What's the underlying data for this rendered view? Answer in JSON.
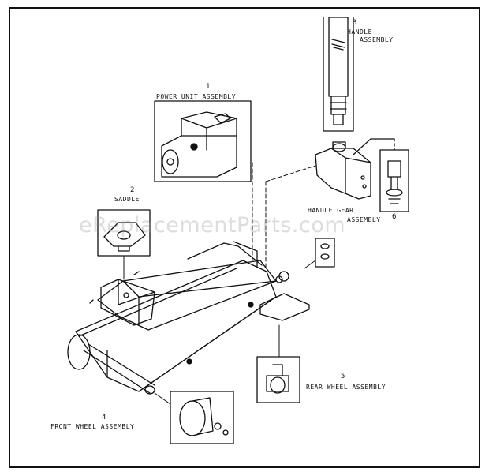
{
  "watermark": "eReplacementParts.com",
  "parts": [
    {
      "id": "power-unit",
      "number": "1",
      "label": "POWER UNIT ASSEMBLY"
    },
    {
      "id": "saddle",
      "number": "2",
      "label": "SADDLE"
    },
    {
      "id": "handle",
      "number": "3",
      "label_lines": [
        "HANDLE",
        "ASSEMBLY"
      ]
    },
    {
      "id": "front-wheel",
      "number": "4",
      "label": "FRONT WHEEL ASSEMBLY"
    },
    {
      "id": "rear-wheel",
      "number": "5",
      "label": "REAR WHEEL ASSEMBLY"
    },
    {
      "id": "handle-gear",
      "label_lines": [
        "HANDLE GEAR",
        "ASSEMBLY"
      ]
    },
    {
      "id": "part-6",
      "number": "6"
    }
  ],
  "colors": {
    "line": "#111111",
    "paper": "#ffffff",
    "watermark": "#969696"
  }
}
